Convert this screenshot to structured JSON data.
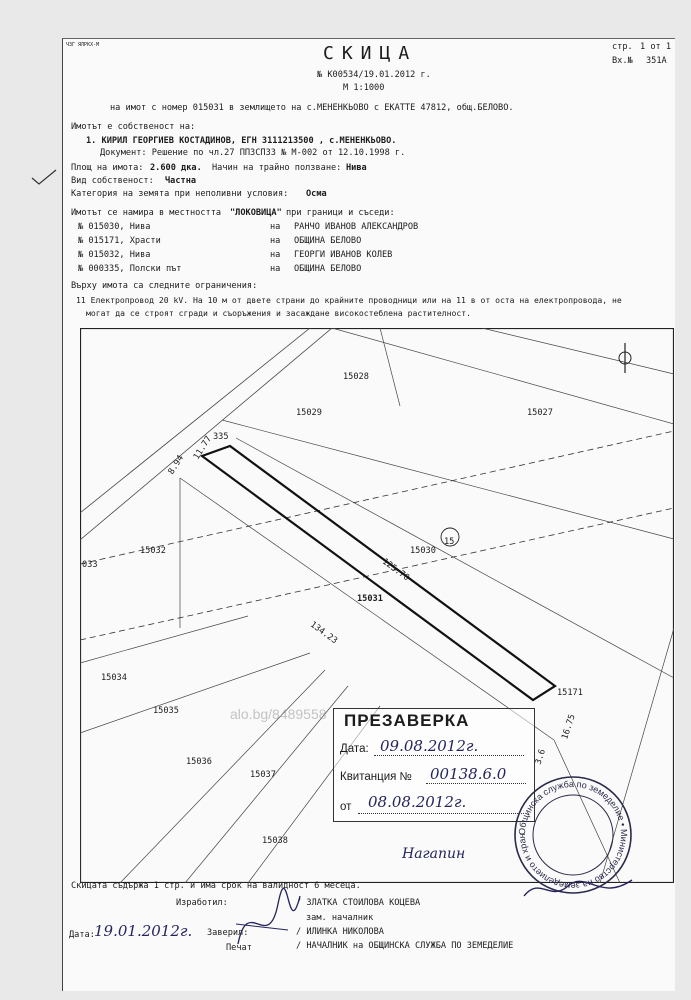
{
  "corner": {
    "small": "ЧЗГ ЯЛРКХ-М",
    "page_label": "стр.",
    "page_value": "1 от 1",
    "incoming_label": "Вх.№",
    "incoming_value": "351А"
  },
  "header": {
    "title": "СКИЦА",
    "number_line": "№ К00534/19.01.2012 г.",
    "scale": "М 1:1000",
    "property_line": "на имот с номер 015031 в землището на с.МЕНЕНКЬОВО с ЕКАТТЕ 47812, общ.БЕЛОВО."
  },
  "owner": {
    "label": "Имотът е собственост на:",
    "line1": "1. КИРИЛ ГЕОРГИЕВ КОСТАДИНОВ, ЕГН 3111213500 , с.МЕНЕНКЬОВО.",
    "line2": "Документ: Решение по чл.27 ППЗСПЗЗ  № М-002  от 12.10.1998 г."
  },
  "details": {
    "area_label": "Площ на имота:",
    "area_value": "2.600 дка.",
    "use_label": "Начин на трайно ползване:",
    "use_value": "Нива",
    "ownership_label": "Вид собственост:",
    "ownership_value": "Частна",
    "category_label": "Категория на земята при неполивни условия:",
    "category_value": "Осма"
  },
  "location": {
    "intro_prefix": "Имотът се намира в местността",
    "locality": "\"ЛОКОВИЦА\"",
    "intro_suffix": "при граници и съседи:",
    "neighbors": [
      {
        "id": "№ 015030, Нива",
        "na": "на",
        "owner": "РАНЧО ИВАНОВ АЛЕКСАНДРОВ"
      },
      {
        "id": "№ 015171, Храсти",
        "na": "на",
        "owner": "ОБЩИНА БЕЛОВО"
      },
      {
        "id": "№ 015032, Нива",
        "na": "на",
        "owner": "ГЕОРГИ ИВАНОВ КОЛЕВ"
      },
      {
        "id": "№ 000335, Полски път",
        "na": "на",
        "owner": "ОБЩИНА БЕЛОВО"
      }
    ]
  },
  "restrictions": {
    "label": "Върху имота са следните ограничения:",
    "line1": "11 Електропровод 20 kV. На 10 м от двете страни до крайните проводници или на 11 в от оста на електропровода, не",
    "line2": "могат да се строят сгради и съоръжения и засаждане високостеблена растителност."
  },
  "map": {
    "labels": {
      "p15028": "15028",
      "p15029": "15029",
      "p15027": "15027",
      "p15030": "15030",
      "p15031": "15031",
      "p15032": "15032",
      "p15034": "15034",
      "p15035": "15035",
      "p15036": "15036",
      "p15037": "15037",
      "p15038": "15038",
      "p15171": "15171",
      "p335": "335",
      "p033": "033",
      "marker": "15"
    },
    "dimensions": {
      "d894": "8.94",
      "d1177": "11.77",
      "d12570": "125.70",
      "d13423": "134.23",
      "d36": "3.6",
      "d1675": "16.75"
    },
    "watermark": "alo.bg/8489558"
  },
  "stamp": {
    "title": "ПРЕЗАВЕРКА",
    "date_label": "Дата:",
    "date_value": "09.08.2012г.",
    "receipt_label": "Квитанция №",
    "receipt_value": "00138.6.0",
    "from_label": "от",
    "from_value": "08.08.2012г."
  },
  "seal": {
    "text": "Общинска служба по земеделие • Министерство на земеделието и храните"
  },
  "footer": {
    "validity": "Скицата съдържа 1 стр. и има срок на валидност 6 месеца.",
    "prepared_label": "Изработил:",
    "prepared_name": "/ ЗЛАТКА СТОИЛОВА КОЦЕВА",
    "deputy_role": "зам. началник",
    "deputy_name": "/ ИЛИНКА НИКОЛОВА",
    "chief": "/ НАЧАЛНИК на ОБЩИНСКА СЛУЖБА ПО ЗЕМЕДЕЛИЕ",
    "date_label": "Дата:",
    "date_value": "19.01.2012г.",
    "certified_label": "Заверил:",
    "stamp_label": "Печат"
  },
  "handwriting": {
    "signature_right": "Нагапин"
  }
}
